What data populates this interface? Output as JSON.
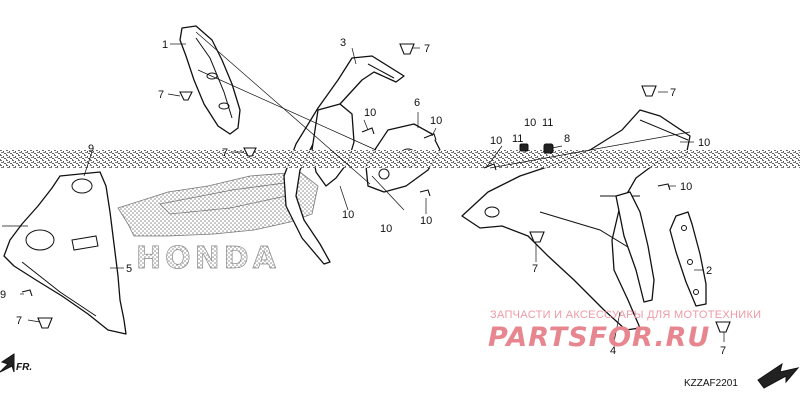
{
  "diagram": {
    "callouts": [
      {
        "id": "c1",
        "label": "1"
      },
      {
        "id": "c3",
        "label": "3"
      },
      {
        "id": "c7a",
        "label": "7"
      },
      {
        "id": "c7b",
        "label": "7"
      },
      {
        "id": "c6",
        "label": "6"
      },
      {
        "id": "c10a",
        "label": "10"
      },
      {
        "id": "c10b",
        "label": "10"
      },
      {
        "id": "c7c",
        "label": "7"
      },
      {
        "id": "c9a",
        "label": "9"
      },
      {
        "id": "c10c",
        "label": "10"
      },
      {
        "id": "c10d",
        "label": "10"
      },
      {
        "id": "c11a",
        "label": "11"
      },
      {
        "id": "c11b",
        "label": "11"
      },
      {
        "id": "c8",
        "label": "8"
      },
      {
        "id": "c7d",
        "label": "7"
      },
      {
        "id": "c10e",
        "label": "10"
      },
      {
        "id": "c10f",
        "label": "10"
      },
      {
        "id": "c10g",
        "label": "10"
      },
      {
        "id": "c10h",
        "label": "10"
      },
      {
        "id": "c10i",
        "label": "10"
      },
      {
        "id": "c5",
        "label": "5"
      },
      {
        "id": "c9b",
        "label": "9"
      },
      {
        "id": "c7e",
        "label": "7"
      },
      {
        "id": "c7f",
        "label": "7"
      },
      {
        "id": "c2",
        "label": "2"
      },
      {
        "id": "c4",
        "label": "4"
      },
      {
        "id": "c7g",
        "label": "7"
      }
    ],
    "decal_brand": "HONDA",
    "direction_marker": "FR.",
    "diagram_code": "KZZAF2201",
    "watermark_line": "ЗАПЧАСТИ И АКСЕССУАРЫ ДЛЯ МОТОТЕХНИКИ",
    "watermark_logo": "PARTSFOR.RU"
  }
}
